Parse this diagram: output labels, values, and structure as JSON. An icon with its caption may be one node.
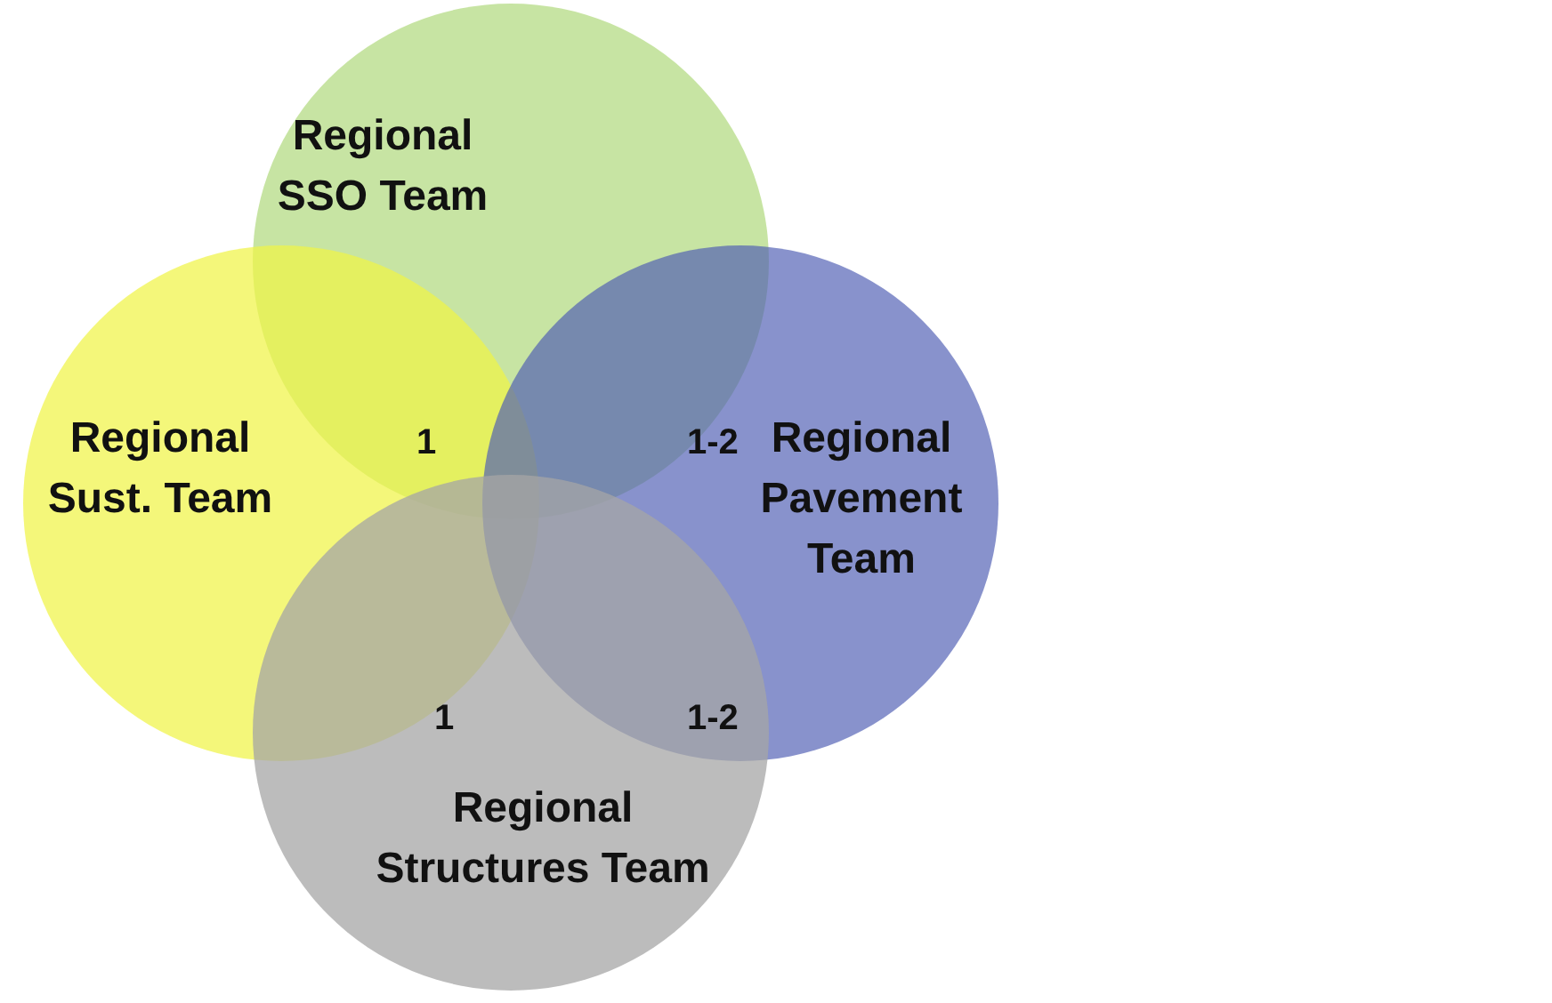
{
  "diagram": {
    "nodes": [
      {
        "text": [
          "Regional SSO Team"
        ]
      },
      {
        "text": [
          "Regional Sust. Team"
        ]
      },
      {
        "text": [
          "Regional Pavement Team"
        ]
      },
      {
        "text": [
          "Regional Structures Team"
        ]
      }
    ],
    "labels": [
      "1",
      "1-2",
      "1",
      "1-2"
    ]
  }
}
